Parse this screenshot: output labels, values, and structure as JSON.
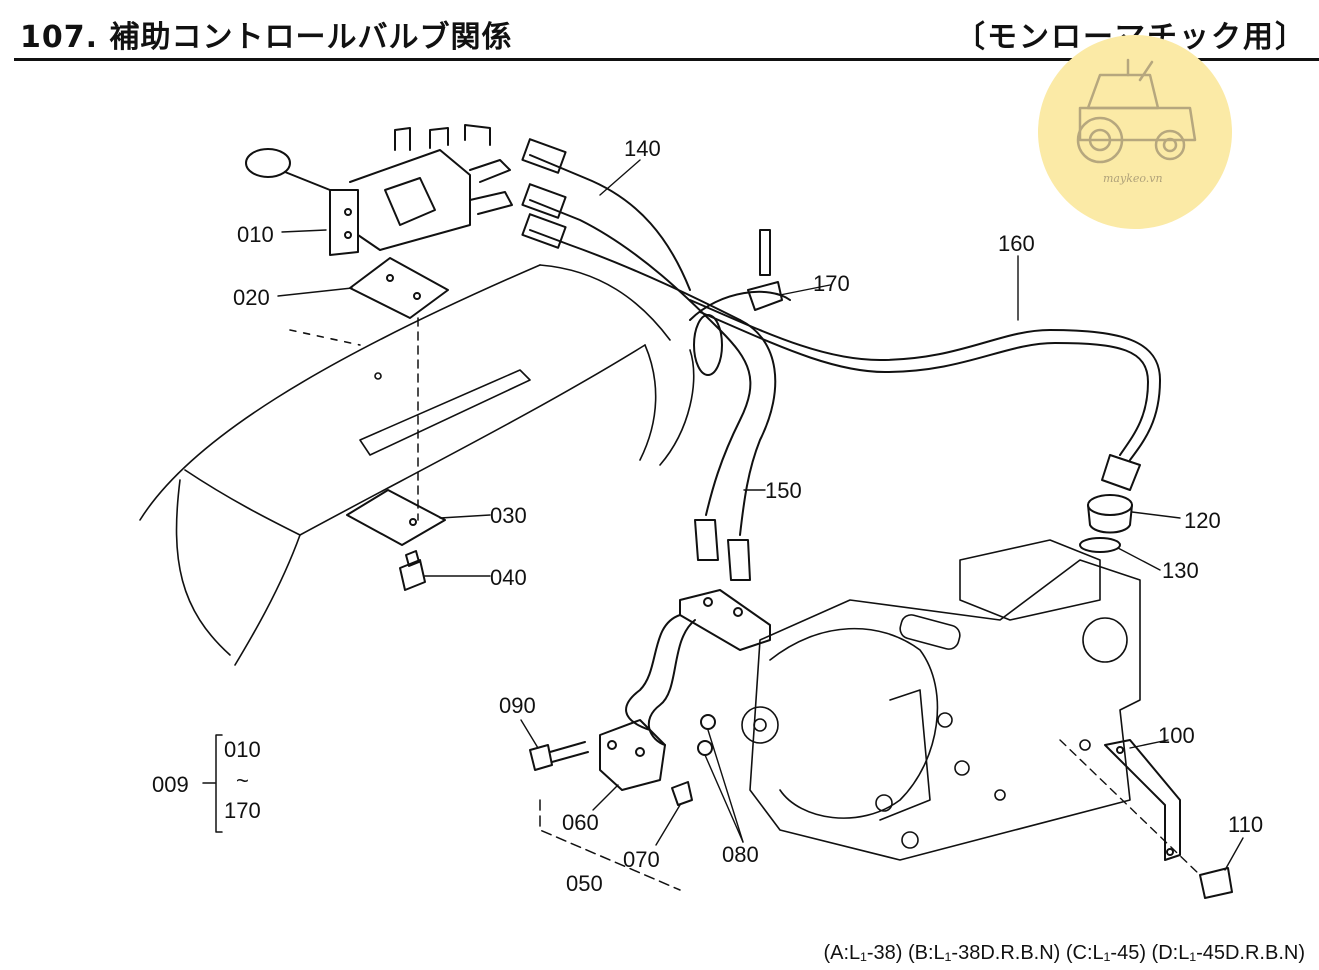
{
  "header": {
    "title": "107. 補助コントロールバルブ関係",
    "subtitle": "〔モンローマチック用〕"
  },
  "watermark": {
    "text": "maykeo.vn",
    "color": "#fbeaa6",
    "icon": "tractor-icon"
  },
  "parts": {
    "p010": "010",
    "p020": "020",
    "p030": "030",
    "p040": "040",
    "p050": "050",
    "p060": "060",
    "p070": "070",
    "p080": "080",
    "p090": "090",
    "p100": "100",
    "p110": "110",
    "p120": "120",
    "p130": "130",
    "p140": "140",
    "p150": "150",
    "p160": "160",
    "p170": "170"
  },
  "assembly": {
    "number": "009",
    "from": "010",
    "tilde": "~",
    "to": "170"
  },
  "footer": {
    "models": "(A:L₁-38) (B:L₁-38D.R.B.N) (C:L₁-45) (D:L₁-45D.R.B.N)"
  }
}
